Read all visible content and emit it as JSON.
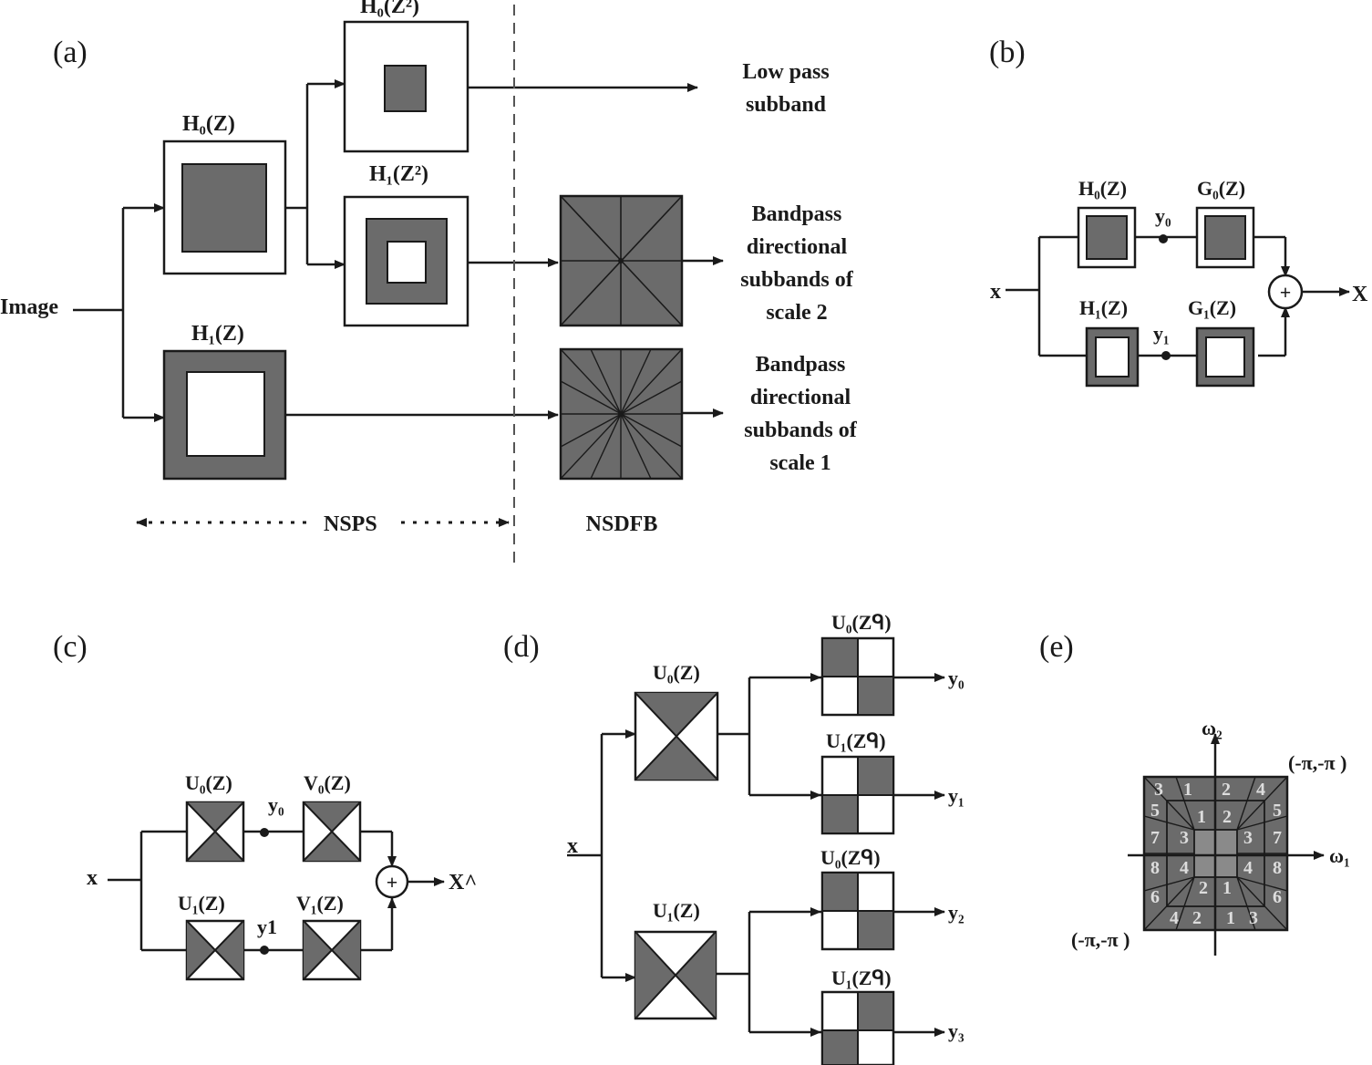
{
  "colors": {
    "fill_dark": "#6b6b6b",
    "stroke": "#1a1a1a",
    "background": "#ffffff"
  },
  "panel_a": {
    "label": "(a)",
    "input": "Image",
    "h0_l1": "H₀(Z)",
    "h1_l1": "H₁(Z)",
    "h0_l2": "H₀(Z²)",
    "h1_l2": "H₁(Z²)",
    "lowpass_line1": "Low pass",
    "lowpass_line2": "subband",
    "bp2_line1": "Bandpass",
    "bp2_line2": "directional",
    "bp2_line3": "subbands of",
    "bp2_line4": "scale 2",
    "bp1_line1": "Bandpass",
    "bp1_line2": "directional",
    "bp1_line3": "subbands of",
    "bp1_line4": "scale 1",
    "nsps": "NSPS",
    "nsdfb": "NSDFB"
  },
  "panel_b": {
    "label": "(b)",
    "input": "x",
    "output": "X",
    "h0": "H₀(Z)",
    "h1": "H₁(Z)",
    "g0": "G₀(Z)",
    "g1": "G₁(Z)",
    "y0": "y₀",
    "y1": "y₁",
    "sum": "+"
  },
  "panel_c": {
    "label": "(c)",
    "input": "x",
    "output": "X^",
    "u0": "U₀(Z)",
    "u1": "U₁(Z)",
    "v0": "V₀(Z)",
    "v1": "V₁(Z)",
    "y0": "y₀",
    "y1": "y1",
    "sum": "+"
  },
  "panel_d": {
    "label": "(d)",
    "input": "x",
    "u0": "U₀(Z)",
    "u1": "U₁(Z)",
    "u0q_a": "U₀(Zᑫ)",
    "u1q_a": "U₁(Zᑫ)",
    "u0q_b": "U₀(Zᑫ)",
    "u1q_b": "U₁(Zᑫ)",
    "y0": "y₀",
    "y1": "y₁",
    "y2": "y₂",
    "y3": "y₃"
  },
  "panel_e": {
    "label": "(e)",
    "w1": "ω₁",
    "w2": "ω₂",
    "corner_tr": "(-π,-π )",
    "corner_bl": "(-π,-π )",
    "numbers_top": [
      "3",
      "1",
      "2",
      "4"
    ],
    "numbers_top_inner": [
      "1",
      "2"
    ],
    "numbers_left": [
      "5",
      "7",
      "8",
      "6"
    ],
    "numbers_left_inner": [
      "3",
      "4"
    ],
    "numbers_right": [
      "5",
      "7",
      "8",
      "6"
    ],
    "numbers_right_inner": [
      "3",
      "4"
    ],
    "numbers_bottom": [
      "4",
      "2",
      "1",
      "3"
    ],
    "numbers_bottom_inner": [
      "2",
      "1"
    ]
  }
}
